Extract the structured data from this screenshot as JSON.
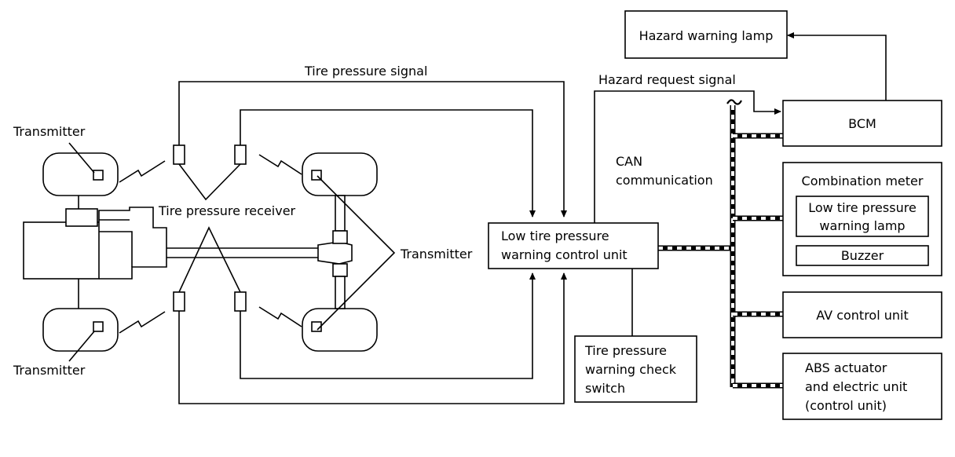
{
  "labels": {
    "transmitter_top_left": "Transmitter",
    "transmitter_bottom_left": "Transmitter",
    "transmitter_right": "Transmitter",
    "tire_pressure_receiver": "Tire pressure receiver",
    "tire_pressure_signal": "Tire pressure signal",
    "hazard_request_signal": "Hazard request signal",
    "can_communication": [
      "CAN",
      "communication"
    ]
  },
  "boxes": {
    "hazard_warning_lamp": "Hazard warning lamp",
    "bcm": "BCM",
    "combination_meter": "Combination meter",
    "low_tire_pressure_warning_lamp": [
      "Low tire pressure",
      "warning lamp"
    ],
    "buzzer": "Buzzer",
    "av_control_unit": "AV control unit",
    "abs_actuator": [
      "ABS actuator",
      "and electric unit",
      "(control unit)"
    ],
    "low_tire_pressure_control_unit": [
      "Low tire pressure",
      "warning control unit"
    ],
    "tire_pressure_warning_check_switch": [
      "Tire pressure",
      "warning check",
      "switch"
    ]
  }
}
